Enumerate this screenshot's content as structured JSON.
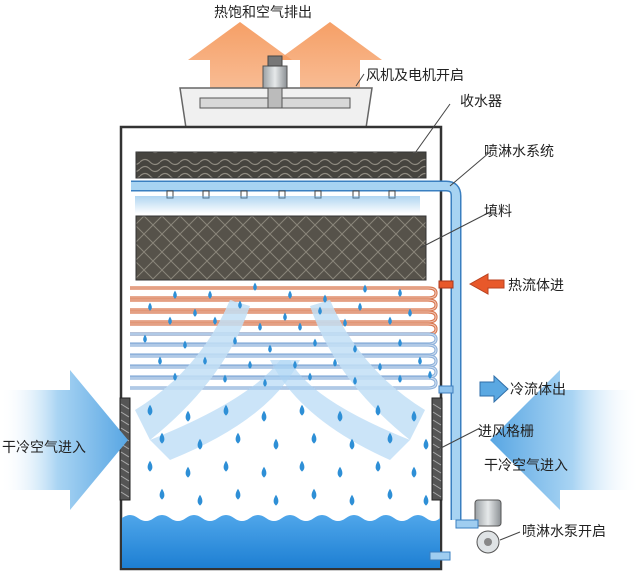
{
  "labels": {
    "exhaust": "热饱和空气排出",
    "fan_motor": "风机及电机开启",
    "drift_eliminator": "收水器",
    "spray_system": "喷淋水系统",
    "fill_media": "填料",
    "hot_fluid_in": "热流体进",
    "cold_fluid_out": "冷流体出",
    "air_inlet_louver": "进风格栅",
    "dry_cold_air_in_left": "干冷空气进入",
    "dry_cold_air_in_right": "干冷空气进入",
    "spray_pump_on": "喷淋水泵开启"
  },
  "colors": {
    "hot_arrow": "#f6a36b",
    "hot_fluid": "#e8582a",
    "coil_hot": "#d9774f",
    "coil_cold": "#8fb2db",
    "water": "#2e8fd6",
    "pipe": "#9fcdf0",
    "basin": "#2d8fe0",
    "fill": "#56524a"
  }
}
